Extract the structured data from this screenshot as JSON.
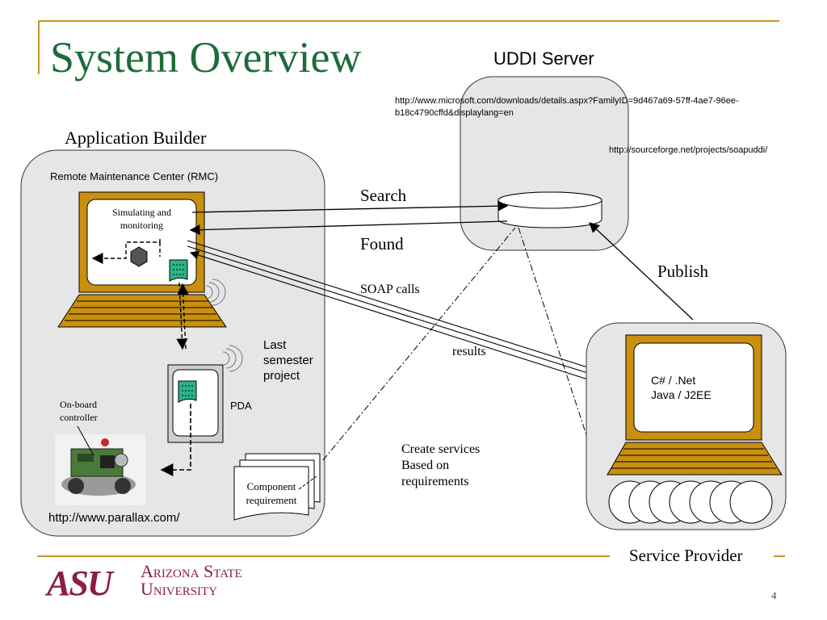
{
  "slide": {
    "title": "System Overview",
    "page_number": "4"
  },
  "labels": {
    "uddi_server": "UDDI Server",
    "uddi_url_1a": "http://www.microsoft.com/downloads/details.aspx?FamilyID=9d467a69-57ff-4ae7-96ee-",
    "uddi_url_1b": "b18c4790cffd&displaylang=en",
    "uddi_url_2": "http://sourceforge.net/projects/soapuddi/",
    "application_builder": "Application Builder",
    "rmc": "Remote Maintenance Center (RMC)",
    "sim_line1": "Simulating and",
    "sim_line2": "monitoring",
    "search": "Search",
    "found": "Found",
    "soap_calls": "SOAP calls",
    "results": "results",
    "publish": "Publish",
    "last_semester_1": "Last",
    "last_semester_2": "semester",
    "last_semester_3": "project",
    "pda": "PDA",
    "onboard_1": "On-board",
    "onboard_2": "controller",
    "component_1": "Component",
    "component_2": "requirement",
    "parallax_url": "http://www.parallax.com/",
    "create_1": "Create services",
    "create_2": "Based on",
    "create_3": "requirements",
    "sp_line1": "C# / .Net",
    "sp_line2": "Java / J2EE",
    "service_provider": "Service Provider"
  },
  "logo": {
    "text_asu": "ASU",
    "text_line1": "Arizona State",
    "text_line2": "University"
  },
  "colors": {
    "title_green": "#1f6b3a",
    "gold": "#c8961e",
    "asu_maroon": "#8c1d40",
    "panel_gray": "#e6e6e6",
    "monitor_gold": "#c9900f",
    "teal": "#2cb38a"
  }
}
